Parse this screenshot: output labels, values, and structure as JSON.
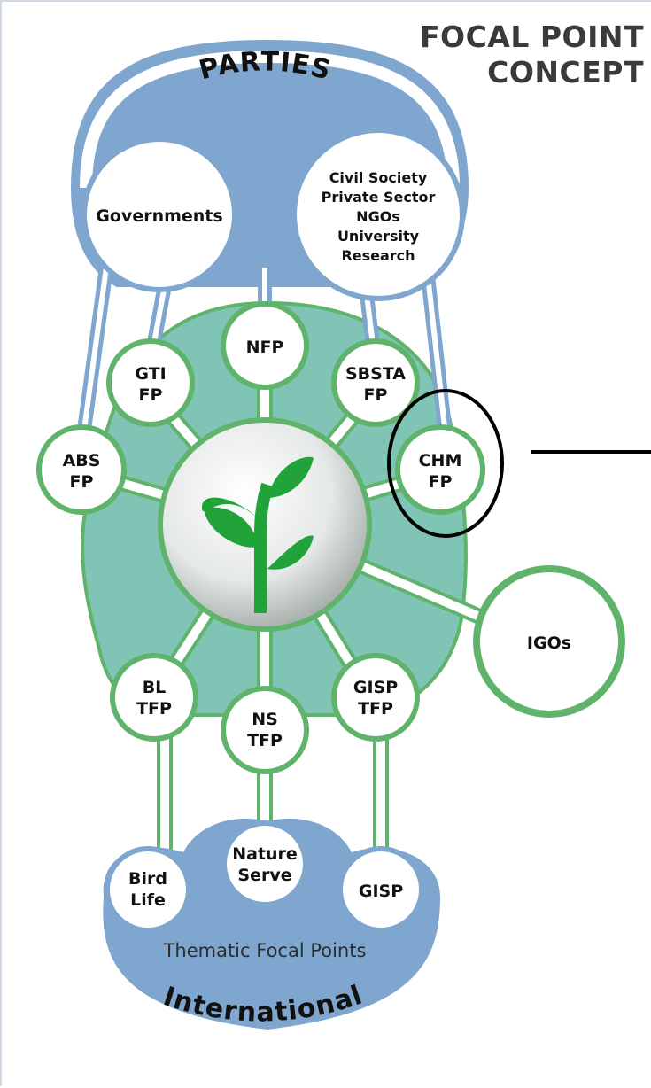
{
  "title": {
    "line1": "FOCAL POINT",
    "line2": "CONCEPT"
  },
  "top_group": {
    "label": "PARTIES",
    "left_circle": "Governments",
    "right_circle_lines": [
      "Civil Society",
      "Private Sector",
      "NGOs",
      "University",
      "Research"
    ]
  },
  "focal_points": {
    "nfp": [
      "NFP"
    ],
    "gti": [
      "GTI",
      "FP"
    ],
    "sbsta": [
      "SBSTA",
      "FP"
    ],
    "abs": [
      "ABS",
      "FP"
    ],
    "chm": [
      "CHM",
      "FP"
    ],
    "igos": [
      "IGOs"
    ],
    "bl": [
      "BL",
      "TFP"
    ],
    "ns": [
      "NS",
      "TFP"
    ],
    "gisp_tfp": [
      "GISP",
      "TFP"
    ]
  },
  "bottom_group": {
    "subtitle": "Thematic Focal Points",
    "label": "International",
    "circles": {
      "birdlife": [
        "Bird",
        "Life"
      ],
      "natureserve": [
        "Nature",
        "Serve"
      ],
      "gisp": [
        "GISP"
      ]
    }
  },
  "colors": {
    "parties_blue": "#7ea6cf",
    "teal_fill": "#80c4b6",
    "green_outline": "#5fb36a",
    "leaf_green": "#22a33a",
    "highlight_ring": "#000000"
  },
  "icons": {
    "center": "sprout-icon"
  }
}
